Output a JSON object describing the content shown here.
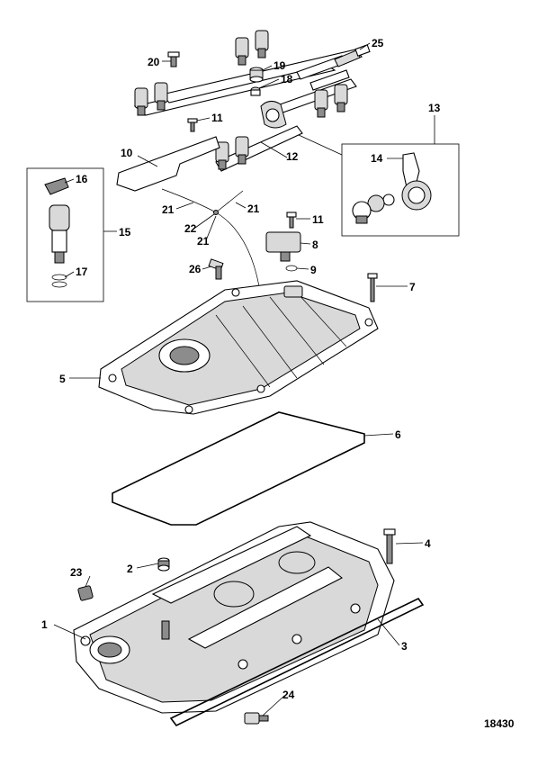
{
  "figure_number": "18430",
  "callouts": [
    {
      "id": "1",
      "label": "1"
    },
    {
      "id": "2",
      "label": "2"
    },
    {
      "id": "3",
      "label": "3"
    },
    {
      "id": "4",
      "label": "4"
    },
    {
      "id": "5",
      "label": "5"
    },
    {
      "id": "6",
      "label": "6"
    },
    {
      "id": "7",
      "label": "7"
    },
    {
      "id": "8",
      "label": "8"
    },
    {
      "id": "9",
      "label": "9"
    },
    {
      "id": "10",
      "label": "10"
    },
    {
      "id": "11a",
      "label": "11"
    },
    {
      "id": "11b",
      "label": "11"
    },
    {
      "id": "12",
      "label": "12"
    },
    {
      "id": "13",
      "label": "13"
    },
    {
      "id": "14",
      "label": "14"
    },
    {
      "id": "15",
      "label": "15"
    },
    {
      "id": "16",
      "label": "16"
    },
    {
      "id": "17",
      "label": "17"
    },
    {
      "id": "18",
      "label": "18"
    },
    {
      "id": "19",
      "label": "19"
    },
    {
      "id": "20",
      "label": "20"
    },
    {
      "id": "21a",
      "label": "21"
    },
    {
      "id": "21b",
      "label": "21"
    },
    {
      "id": "21c",
      "label": "21"
    },
    {
      "id": "22",
      "label": "22"
    },
    {
      "id": "23",
      "label": "23"
    },
    {
      "id": "24",
      "label": "24"
    },
    {
      "id": "25",
      "label": "25"
    },
    {
      "id": "26",
      "label": "26"
    }
  ]
}
